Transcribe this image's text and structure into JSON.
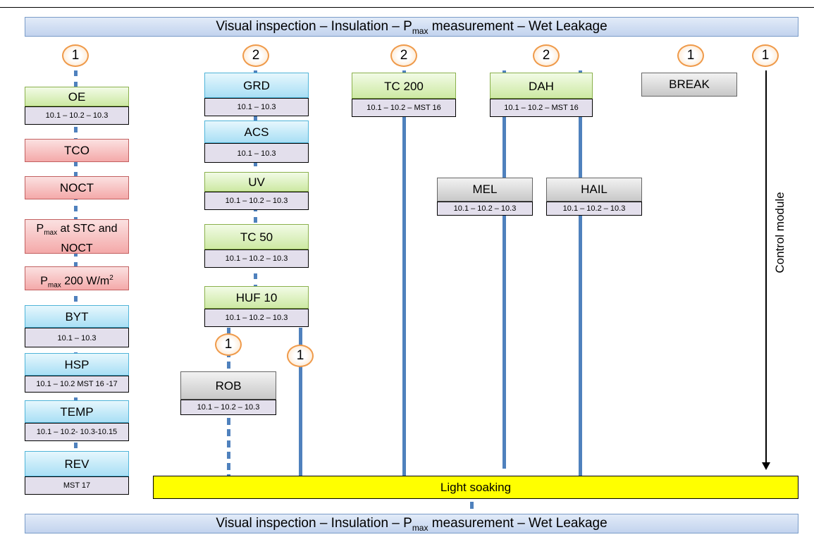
{
  "banner_top": {
    "pre": "Visual inspection – Insulation – P",
    "sub": "max",
    "post": " measurement – Wet Leakage"
  },
  "banner_bottom": {
    "pre": "Visual inspection – Insulation – P",
    "sub": "max",
    "post": " measurement – Wet Leakage"
  },
  "light_soaking": "Light soaking",
  "control_module": "Control module",
  "counts": {
    "col1": "1",
    "col2": "2",
    "col3": "2",
    "col4": "2",
    "col5": "1",
    "col6": "1",
    "rob": "1",
    "branch": "1"
  },
  "col1": {
    "oe": {
      "label": "OE",
      "sub": "10.1 – 10.2 – 10.3"
    },
    "tco": {
      "label": "TCO"
    },
    "noct": {
      "label": "NOCT"
    },
    "pmax_stc": {
      "pre": "P",
      "sub": "max",
      "post": " at STC and",
      "line2": "NOCT"
    },
    "pmax_200": {
      "pre": "P",
      "sub": "max",
      "post": " 200 W/m",
      "sup": "2"
    },
    "byt": {
      "label": "BYT",
      "sub": "10.1 –  10.3"
    },
    "hsp": {
      "label": "HSP",
      "sub": "10.1 –  10.2 MST 16 -17"
    },
    "temp": {
      "label": "TEMP",
      "sub": "10.1 – 10.2- 10.3-10.15"
    },
    "rev": {
      "label": "REV",
      "sub": "MST 17"
    }
  },
  "col2": {
    "grd": {
      "label": "GRD",
      "sub": "10.1 –  10.3"
    },
    "acs": {
      "label": "ACS",
      "sub": "10.1 –  10.3"
    },
    "uv": {
      "label": "UV",
      "sub": "10.1 – 10.2 – 10.3"
    },
    "tc50": {
      "label": "TC 50",
      "sub": "10.1 – 10.2 – 10.3"
    },
    "huf10": {
      "label": "HUF 10",
      "sub": "10.1 – 10.2 – 10.3"
    },
    "rob": {
      "label": "ROB",
      "sub": "10.1 – 10.2 – 10.3"
    }
  },
  "col3": {
    "tc200": {
      "label": "TC 200",
      "sub": "10.1 – 10.2 – MST 16"
    }
  },
  "col4": {
    "dah": {
      "label": "DAH",
      "sub": "10.1 – 10.2 – MST 16"
    },
    "mel": {
      "label": "MEL",
      "sub": "10.1 – 10.2 – 10.3"
    },
    "hail": {
      "label": "HAIL",
      "sub": "10.1 – 10.2 – 10.3"
    }
  },
  "col5": {
    "break": {
      "label": "BREAK"
    }
  },
  "colors": {
    "green": "#cde9a3",
    "red": "#f4a9a9",
    "blue": "#a9dff5",
    "gray": "#c8c8c8",
    "yellow": "#ffff00",
    "line": "#4f81bd",
    "badge": "#ef9a4a"
  }
}
